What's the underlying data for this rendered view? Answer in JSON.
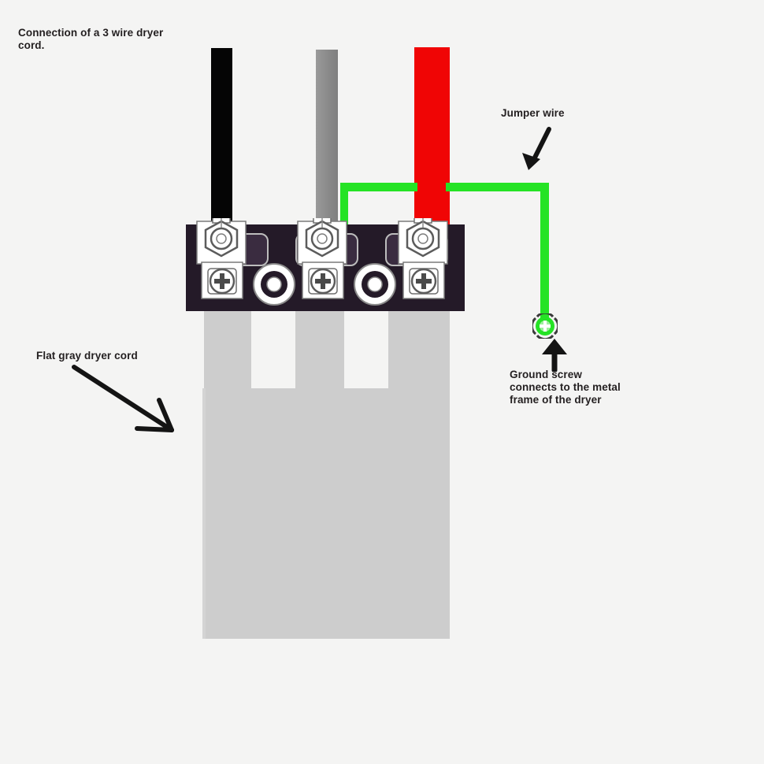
{
  "diagram": {
    "background_color": "#f4f4f3",
    "title": "Connection of a 3 wire dryer cord.",
    "labels": {
      "title": "Connection of a 3 wire dryer cord.",
      "jumper_wire": "Jumper wire",
      "ground_screw": "Ground screw\nconnects to the metal\nframe of the dryer",
      "dryer_cord": "Flat gray dryer cord"
    },
    "wires": [
      {
        "name": "black-wire",
        "color_name": "black",
        "color": "#050505",
        "position": "left",
        "terminal": "left-terminal"
      },
      {
        "name": "gray-wire",
        "color_name": "gray",
        "color": "#8f8f8f",
        "position": "center",
        "terminal": "center-terminal"
      },
      {
        "name": "red-wire",
        "color_name": "red",
        "color": "#f00505",
        "position": "right",
        "terminal": "right-terminal"
      }
    ],
    "jumper": {
      "name": "jumper-wire",
      "color": "#25e325",
      "from": "center-terminal",
      "to": "ground-screw"
    },
    "ground_screw": {
      "name": "ground-screw",
      "color": "#25e325",
      "head_type": "phillips"
    },
    "terminal_block": {
      "name": "terminal-block",
      "body_color": "#2a1f2e",
      "terminal_count": 3,
      "terminals": [
        {
          "label": "left-terminal"
        },
        {
          "label": "center-terminal"
        },
        {
          "label": "right-terminal"
        }
      ]
    },
    "cord": {
      "name": "flat-gray-dryer-cord",
      "color": "#cdcdcd",
      "conductor_count": 3
    },
    "icons": {
      "arrow_jumper": "arrow-down-icon",
      "arrow_ground": "arrow-up-icon",
      "arrow_cord": "arrow-down-right-icon"
    }
  }
}
